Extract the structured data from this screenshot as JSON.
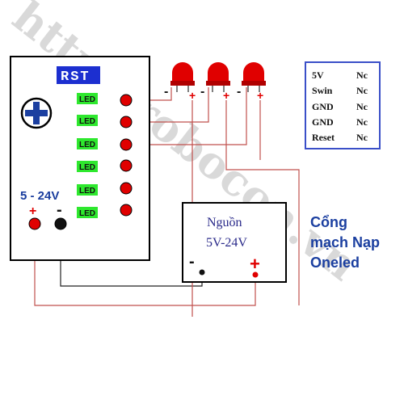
{
  "watermark": {
    "text": "http://robocon.vn"
  },
  "board": {
    "rst_label": "RST",
    "voltage_label": "5 - 24V",
    "plus_sign": "+",
    "minus_sign": "-",
    "led_labels": [
      "LED",
      "LED",
      "LED",
      "LED",
      "LED",
      "LED"
    ]
  },
  "external_leds": {
    "signs": [
      {
        "minus": "-",
        "plus": "+"
      },
      {
        "minus": "-",
        "plus": "+"
      },
      {
        "minus": "-",
        "plus": "+"
      }
    ]
  },
  "power_supply": {
    "title": "Nguồn",
    "voltage": "5V-24V",
    "minus_sign": "-",
    "plus_sign": "+"
  },
  "connector": {
    "pins": [
      {
        "name": "5V",
        "state": "Nc"
      },
      {
        "name": "Swin",
        "state": "Nc"
      },
      {
        "name": "GND",
        "state": "Nc"
      },
      {
        "name": "GND",
        "state": "Nc"
      },
      {
        "name": "Reset",
        "state": "Nc"
      }
    ]
  },
  "caption": {
    "line1": "Cổng",
    "line2": "mạch Nạp",
    "line3": "Oneled"
  },
  "colors": {
    "wire": "#c0504d",
    "led_red": "#e00000",
    "led_label_bg": "#2ee82e",
    "rst_bg": "#1c2fd0",
    "connector_border": "#3a4fc8",
    "caption_blue": "#1b3fa0"
  }
}
